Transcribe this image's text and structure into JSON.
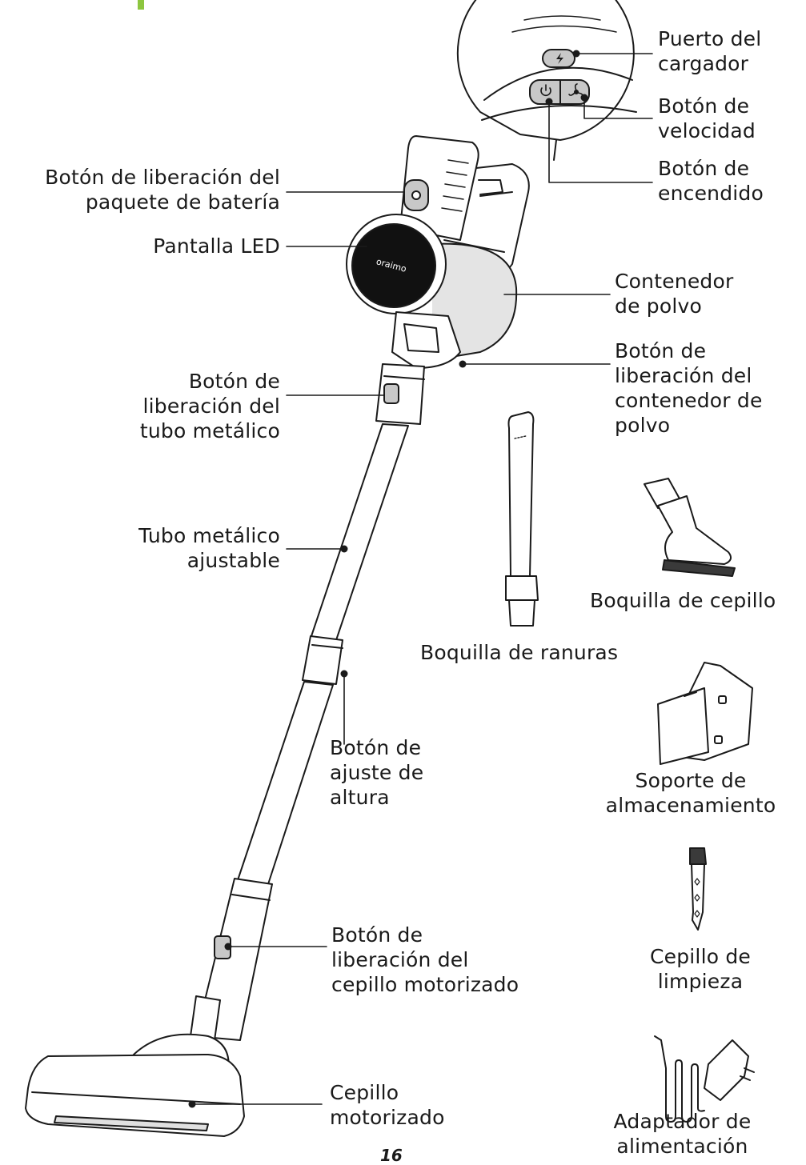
{
  "labels": {
    "puerto_cargador": [
      "Puerto del",
      "cargador"
    ],
    "boton_velocidad": [
      "Botón de",
      "velocidad"
    ],
    "boton_encendido": [
      "Botón de",
      "encendido"
    ],
    "liberacion_bateria": [
      "Botón de liberación del",
      "paquete de batería"
    ],
    "pantalla_led": [
      "Pantalla LED"
    ],
    "contenedor_polvo": [
      "Contenedor",
      "de polvo"
    ],
    "liberacion_contenedor": [
      "Botón de",
      "liberación del",
      "contenedor de",
      "polvo"
    ],
    "liberacion_tubo": [
      "Botón de",
      "liberación del",
      "tubo metálico"
    ],
    "tubo_ajustable": [
      "Tubo metálico",
      "ajustable"
    ],
    "ajuste_altura": [
      "Botón de",
      "ajuste de",
      "altura"
    ],
    "liberacion_cepillo": [
      "Botón de",
      "liberación del",
      "cepillo motorizado"
    ],
    "cepillo_motorizado": [
      "Cepillo",
      "motorizado"
    ],
    "boquilla_ranuras": [
      "Boquilla de ranuras"
    ],
    "boquilla_cepillo": [
      "Boquilla de cepillo"
    ],
    "soporte": [
      "Soporte de",
      "almacenamiento"
    ],
    "cepillo_limpieza": [
      "Cepillo de",
      "limpieza"
    ],
    "adaptador": [
      "Adaptador de",
      "alimentación"
    ]
  },
  "brand_logo": "oraimo",
  "page_number": "16",
  "colors": {
    "accent": "#8dc63f",
    "line": "#1a1a1a",
    "display": "#111111"
  },
  "icons": [
    "lightning-icon",
    "power-icon",
    "fan-icon"
  ]
}
